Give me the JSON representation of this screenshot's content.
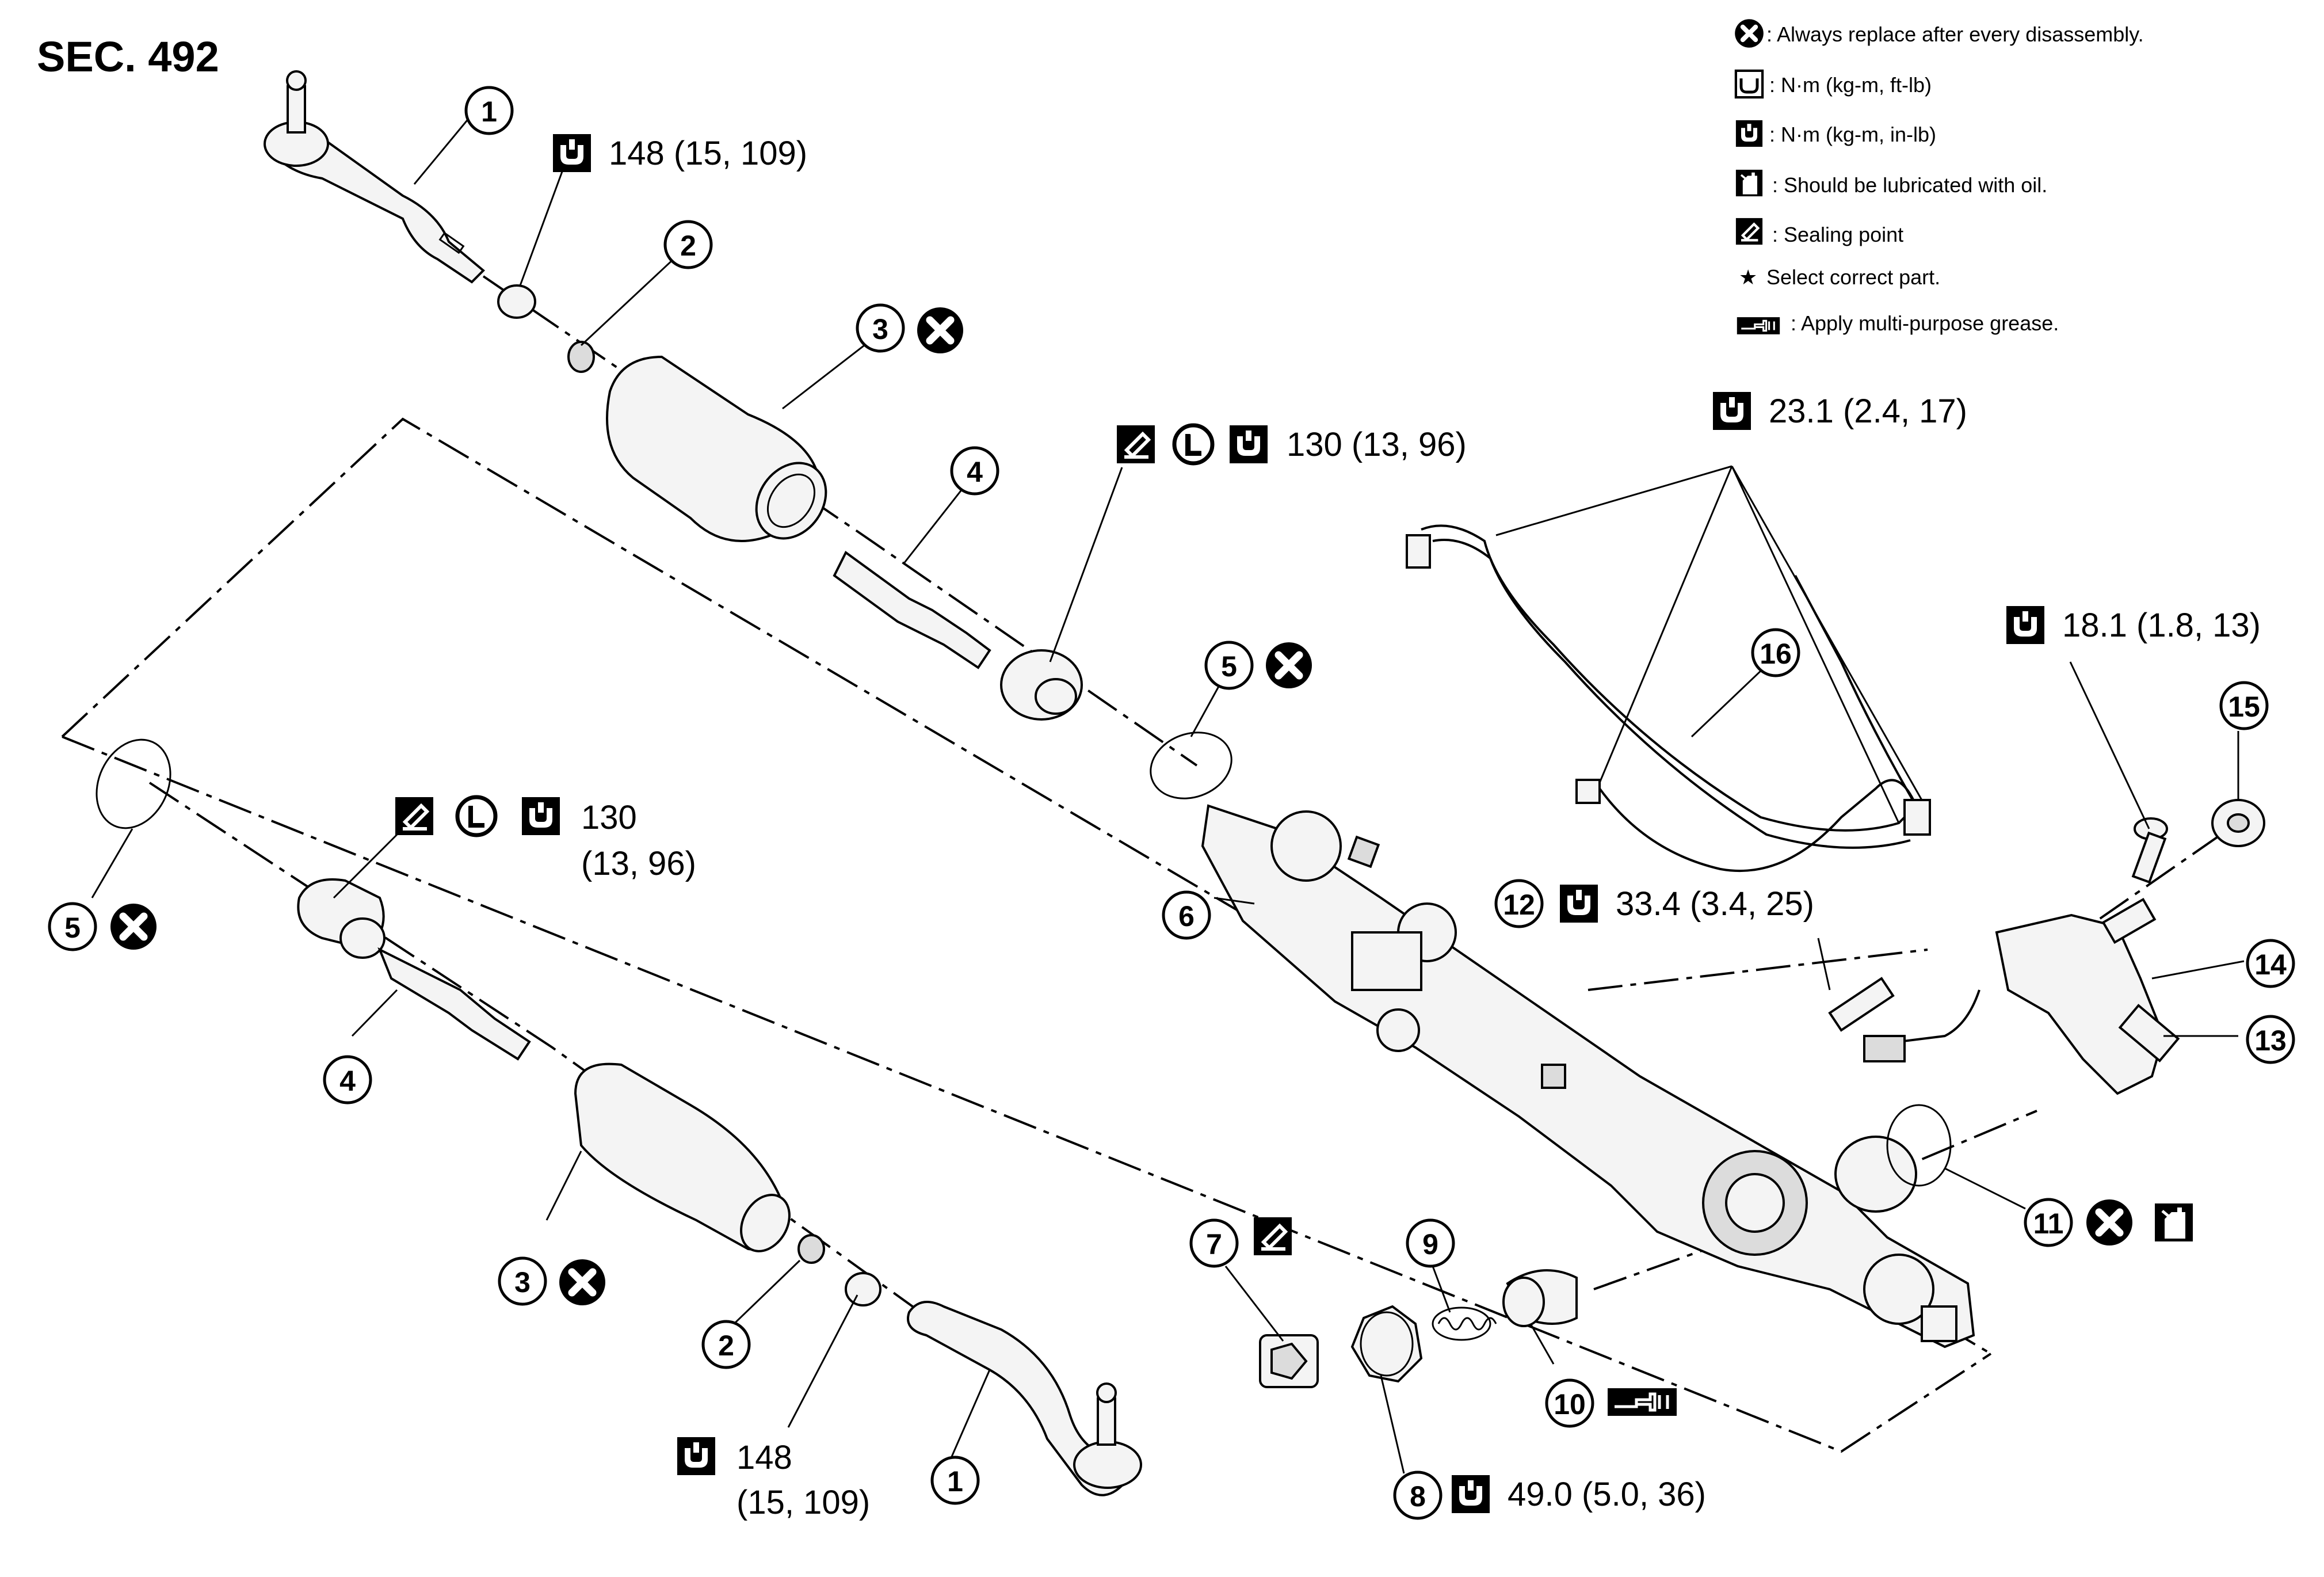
{
  "section_title": "SEC. 492",
  "legend": [
    {
      "icon": "always-replace-icon",
      "text": ": Always replace after every disassembly."
    },
    {
      "icon": "torque-ftlb-icon",
      "text": ": N·m (kg-m, ft-lb)"
    },
    {
      "icon": "torque-inlb-icon",
      "text": ": N·m (kg-m, in-lb)"
    },
    {
      "icon": "lubricate-oil-icon",
      "text": ": Should be lubricated with oil."
    },
    {
      "icon": "sealing-point-icon",
      "text": ": Sealing point"
    },
    {
      "icon": "star-icon",
      "glyph": "★",
      "text": "Select correct part."
    },
    {
      "icon": "grease-icon",
      "text": ": Apply multi-purpose grease."
    }
  ],
  "torque_specs": {
    "outer_tie_rod_nut_top": "148 (15, 109)",
    "inner_socket_top": "130 (13, 96)",
    "inner_socket_left_line1": "130",
    "inner_socket_left_line2": "(13, 96)",
    "tube_flare_nuts": "23.1 (2.4, 17)",
    "sensor_bolt": "18.1 (1.8, 13)",
    "fitting_12": "33.4 (3.4, 25)",
    "outer_tie_rod_nut_bottom_line1": "148",
    "outer_tie_rod_nut_bottom_line2": "(15, 109)",
    "lock_nut_8": "49.0 (5.0, 36)"
  },
  "callouts": [
    "1",
    "2",
    "3",
    "4",
    "5",
    "6",
    "7",
    "8",
    "9",
    "10",
    "11",
    "12",
    "13",
    "14",
    "15",
    "16"
  ],
  "symbol_letter": "L"
}
